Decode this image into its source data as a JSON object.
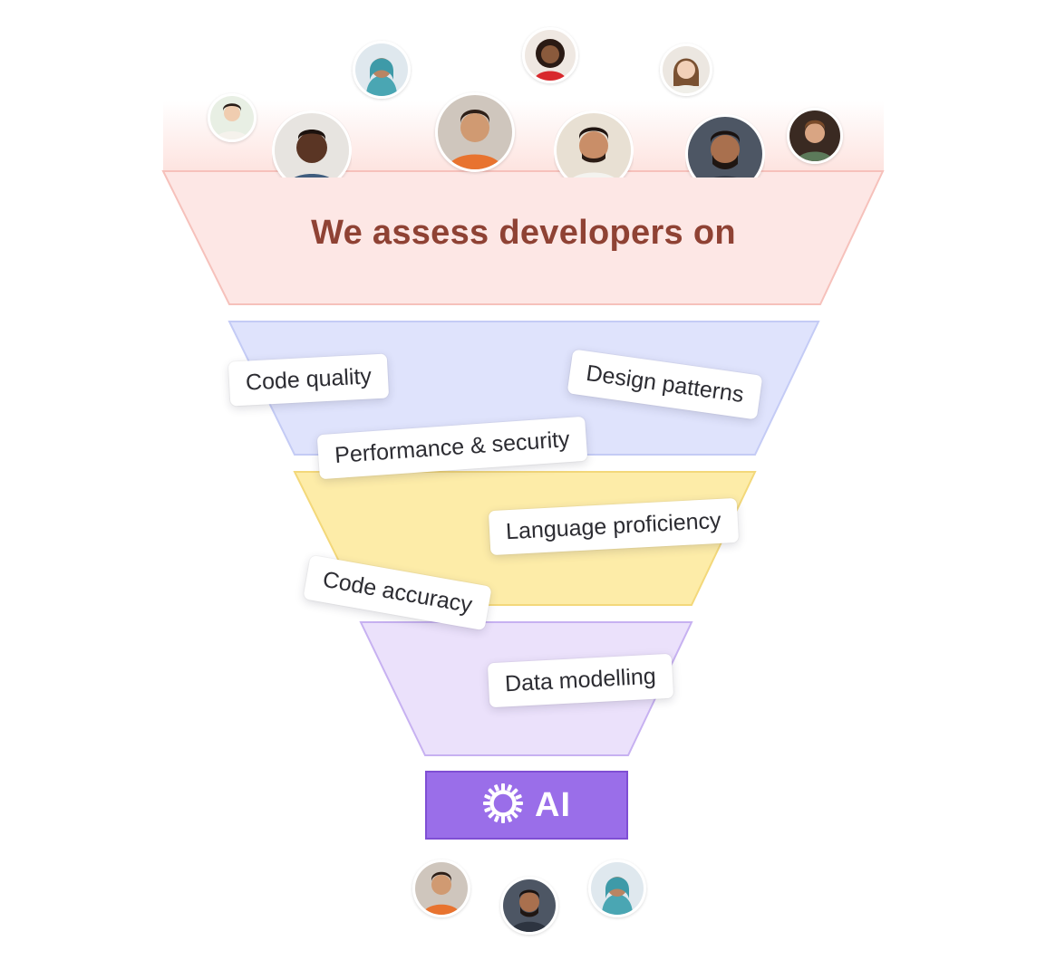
{
  "diagram": {
    "heading": "We assess developers on",
    "criteria": [
      {
        "label": "Code quality"
      },
      {
        "label": "Design patterns"
      },
      {
        "label": "Performance & security"
      },
      {
        "label": "Language proficiency"
      },
      {
        "label": "Code accuracy"
      },
      {
        "label": "Data modelling"
      }
    ],
    "badge": {
      "label": "AI",
      "icon": "sunburst-icon"
    },
    "colors": {
      "tier1_fill": "#fde7e5",
      "tier1_stroke": "#f6c1bb",
      "tier2_fill": "#dfe3fc",
      "tier2_stroke": "#c4cbf5",
      "tier3_fill": "#fdeca8",
      "tier3_stroke": "#f3d87a",
      "tier4_fill": "#ebe1fb",
      "tier4_stroke": "#c7b1f1",
      "badge_fill": "#9a6ee9",
      "heading_color": "#8f4234"
    }
  }
}
